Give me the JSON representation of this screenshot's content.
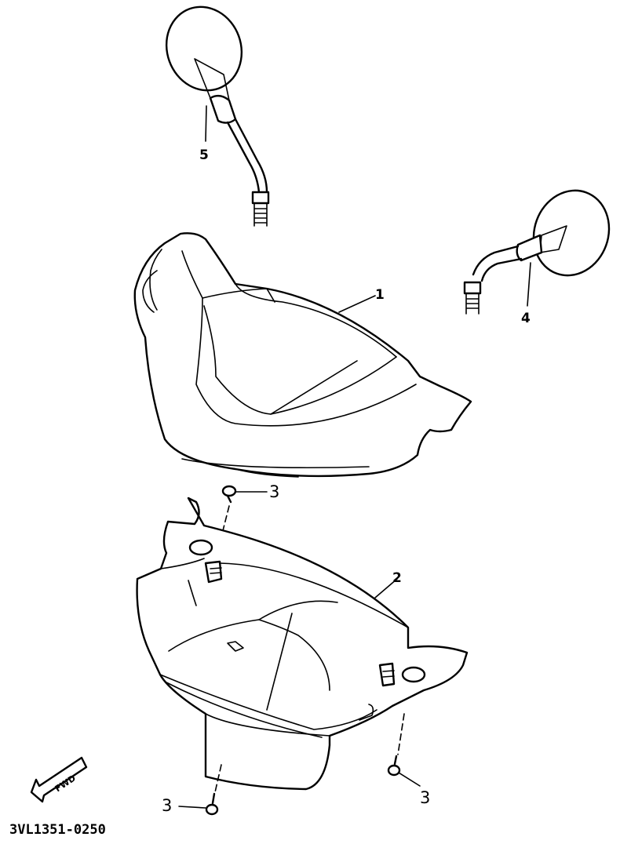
{
  "diagram": {
    "callouts": [
      {
        "id": "part-1",
        "label": "1"
      },
      {
        "id": "part-2",
        "label": "2"
      },
      {
        "id": "part-3a",
        "label": "3"
      },
      {
        "id": "part-3b",
        "label": "3"
      },
      {
        "id": "part-3c",
        "label": "3"
      },
      {
        "id": "part-4",
        "label": "4"
      },
      {
        "id": "part-5",
        "label": "5"
      }
    ],
    "fwd_label": "FWD",
    "drawing_code": "3VL1351-0250"
  }
}
